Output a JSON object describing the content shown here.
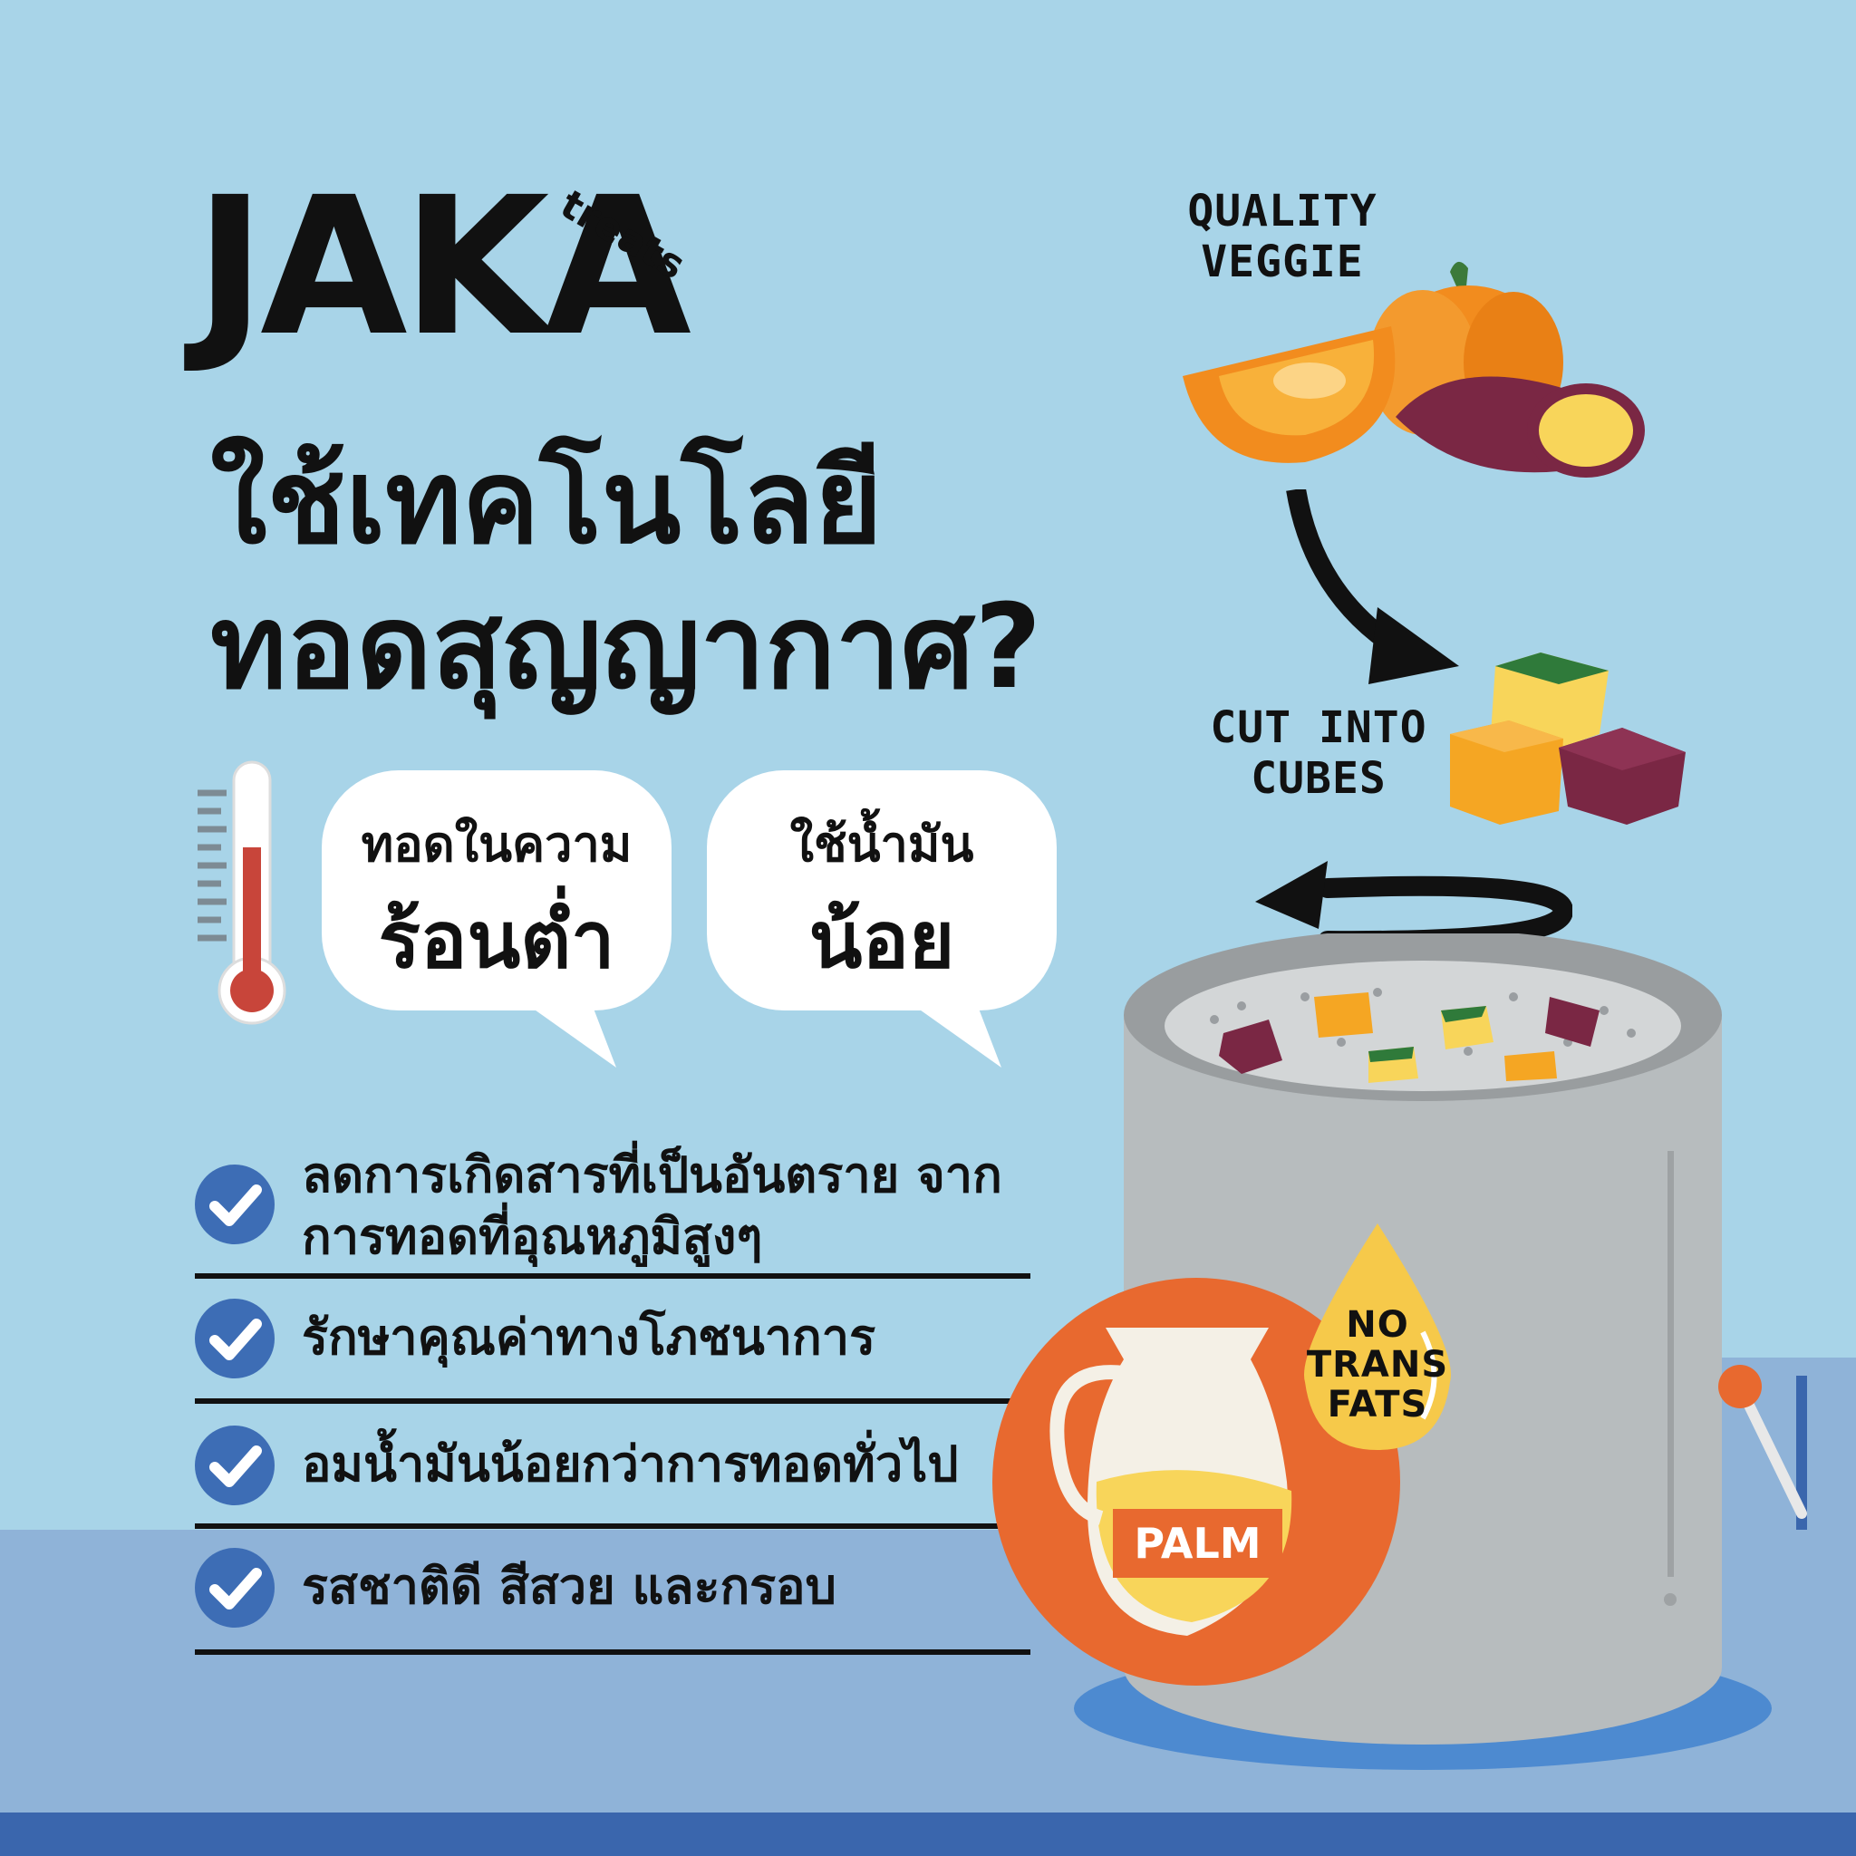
{
  "brand": {
    "name": "JAKA",
    "sub": "treats"
  },
  "title": {
    "line1": "ใช้เทคโนโลยี",
    "line2": "ทอดสุญญากาศ?"
  },
  "bubbles": [
    {
      "small": "ทอดในความ",
      "big": "ร้อนต่ำ"
    },
    {
      "small": "ใช้น้ำมัน",
      "big": "น้อย"
    }
  ],
  "benefits": [
    {
      "line1": "ลดการเกิดสารที่เป็นอันตราย จาก",
      "line2": "การทอดที่อุณหภูมิสูงๆ"
    },
    {
      "line1": "รักษาคุณค่าทางโภชนาการ"
    },
    {
      "line1": "อมน้ำมันน้อยกว่าการทอดทั่วไป"
    },
    {
      "line1": "รสชาติดี สีสวย และกรอบ"
    }
  ],
  "labels": {
    "quality_line1": "QUALITY",
    "quality_line2": "VEGGIE",
    "cut_line1": "CUT INTO",
    "cut_line2": "CUBES",
    "fats_line1": "NO",
    "fats_line2": "TRANS",
    "fats_line3": "FATS",
    "palm": "PALM"
  },
  "colors": {
    "background": "#a8d4e8",
    "floor": "#8fb3d8",
    "strip": "#3a66ad",
    "check": "#3d6db5",
    "orange": "#e8692f",
    "pumpkin": "#f28c1e",
    "purple": "#7a2744",
    "yellow": "#f8d55a",
    "drop": "#f6c94a",
    "fryer": "#b7bcbe"
  },
  "icons": [
    "thermometer-icon",
    "check-icon",
    "arrow-icon",
    "pumpkin-icon",
    "sweet-potato-icon",
    "cube-icon",
    "oil-jug-icon",
    "oil-drop-icon",
    "fryer-icon"
  ]
}
